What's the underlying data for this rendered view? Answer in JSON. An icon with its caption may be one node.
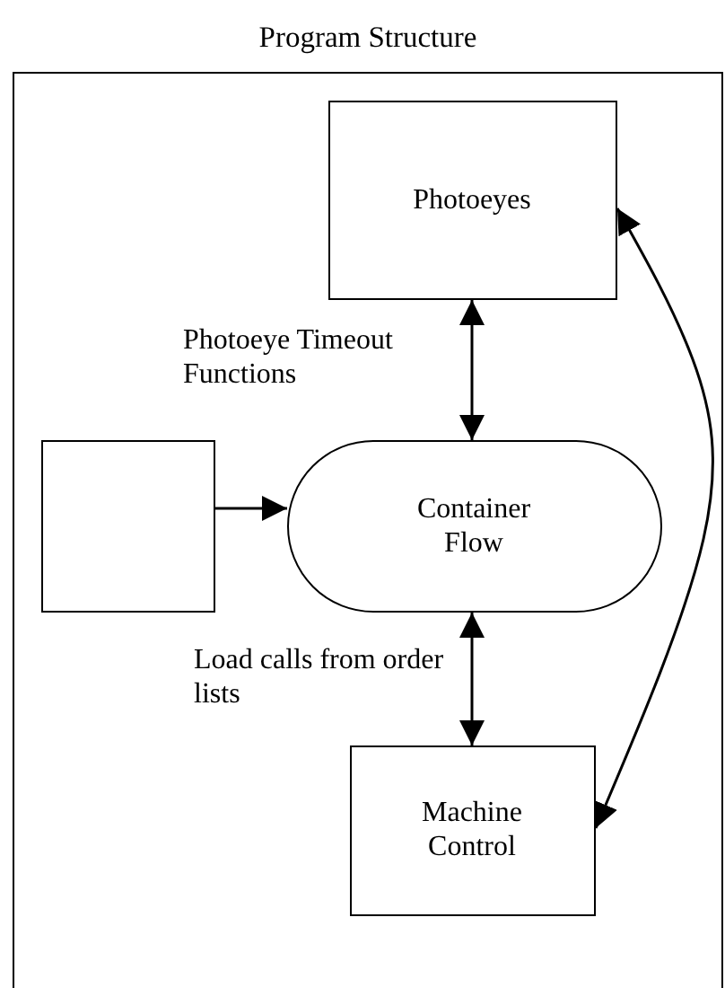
{
  "diagram": {
    "nodes": [
      {
        "text": [
          "Program Structure"
        ]
      },
      {
        "text": [
          "Photoeyes"
        ],
        "in": 0
      },
      {
        "text": [],
        "shape": "box",
        "in": 0
      },
      {
        "text": [
          "Container Flow"
        ],
        "in": 0
      },
      {
        "text": [
          "Machine Control"
        ],
        "in": 0
      }
    ],
    "edges": [
      {
        "from": 1,
        "to": 3,
        "arrow": "both",
        "label": "Photoeye Timeout Functions"
      },
      {
        "from": 2,
        "to": 3,
        "arrow": "to"
      },
      {
        "from": 3,
        "to": 4,
        "arrow": "both",
        "label": "Load calls from order lists"
      },
      {
        "from": 1,
        "to": 4,
        "arrow": "both"
      }
    ]
  }
}
